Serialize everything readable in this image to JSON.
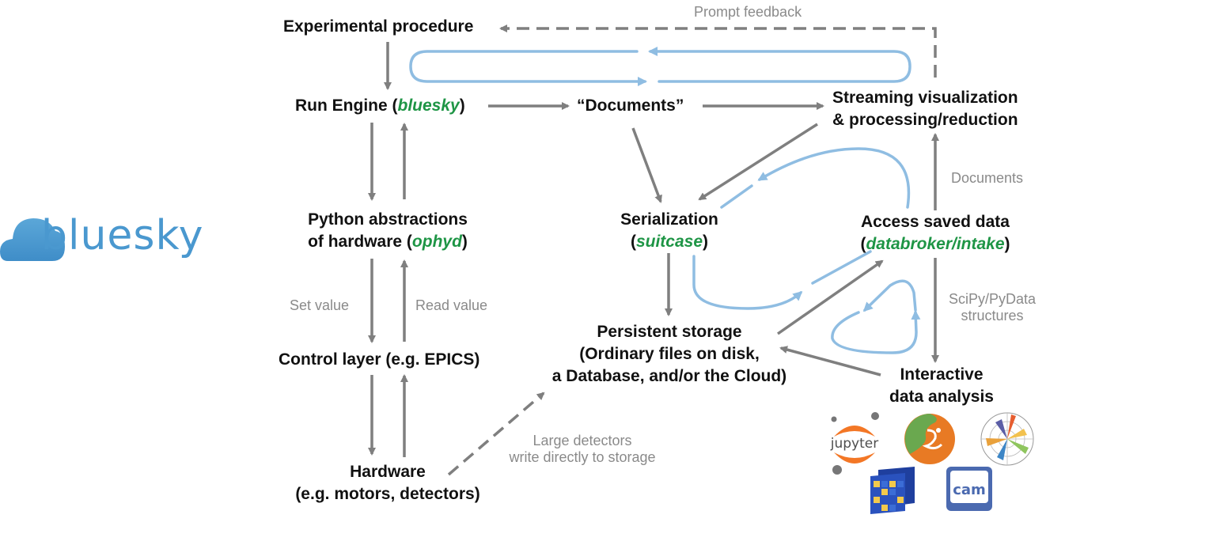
{
  "logo": {
    "text": "bluesky",
    "icon": "cloud-icon",
    "color": "#4a98cf"
  },
  "colors": {
    "arrow": "#7f7f7f",
    "loop": "#8fbde2",
    "package": "#1e9545",
    "label": "#8a8a8a"
  },
  "nodes": {
    "experimental_procedure": "Experimental procedure",
    "run_engine": {
      "prefix": "Run Engine (",
      "pkg": "bluesky",
      "suffix": ")"
    },
    "documents": "“Documents”",
    "streaming": {
      "line1": "Streaming visualization",
      "line2": "& processing/reduction"
    },
    "python_abstractions": {
      "line1": "Python abstractions",
      "prefix": "of hardware (",
      "pkg": "ophyd",
      "suffix": ")"
    },
    "serialization": {
      "line1": "Serialization",
      "prefix": "(",
      "pkg": "suitcase",
      "suffix": ")"
    },
    "access_saved": {
      "line1": "Access saved data",
      "prefix": "(",
      "pkg": "databroker/intake",
      "suffix": ")"
    },
    "control_layer": "Control layer (e.g. EPICS)",
    "persistent_storage": {
      "line1": "Persistent storage",
      "line2": "(Ordinary files on disk,",
      "line3": "a Database, and/or the Cloud)"
    },
    "interactive": {
      "line1": "Interactive",
      "line2": "data analysis"
    },
    "hardware": {
      "line1": "Hardware",
      "line2": "(e.g. motors, detectors)"
    }
  },
  "edge_labels": {
    "prompt_feedback": "Prompt feedback",
    "documents": "Documents",
    "scipy": {
      "line1": "SciPy/PyData",
      "line2": "structures"
    },
    "set_value": "Set value",
    "read_value": "Read value",
    "large_detectors": {
      "line1": "Large detectors",
      "line2": "write directly to storage"
    }
  },
  "tool_logos": [
    {
      "name": "jupyter-icon",
      "text": "jupyter",
      "color": "#f37726"
    },
    {
      "name": "scikit-image-icon",
      "color": "#e87a24"
    },
    {
      "name": "matplotlib-icon",
      "color": "#e9a13b"
    },
    {
      "name": "xarray-icon",
      "color": "#2a52be"
    },
    {
      "name": "cam-icon",
      "text": "cam",
      "color": "#4b6ab0"
    }
  ]
}
